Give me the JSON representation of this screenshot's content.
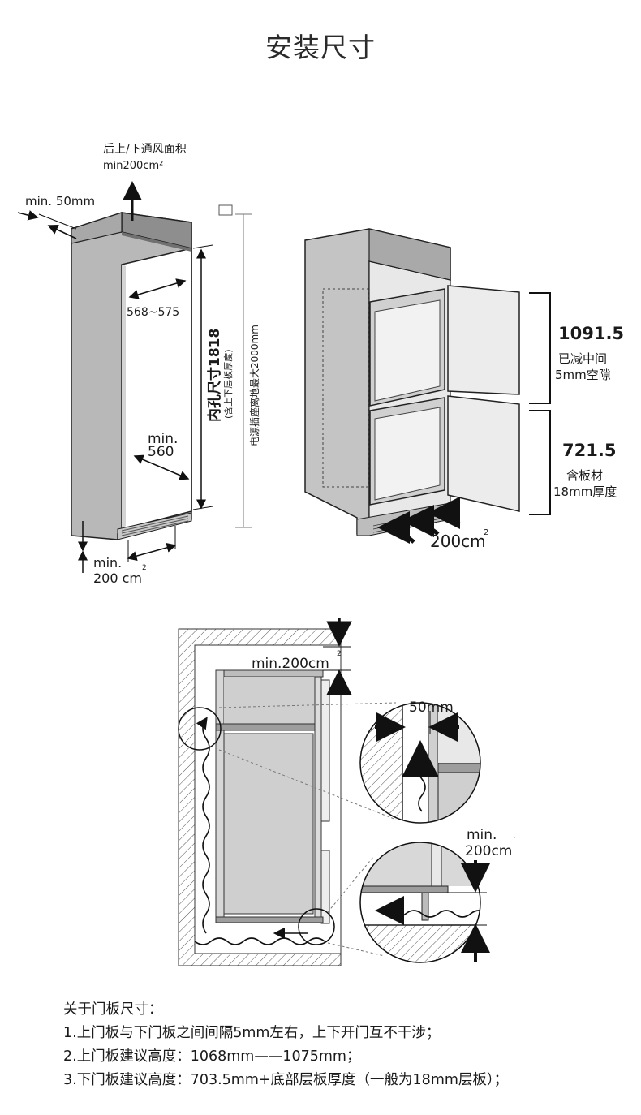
{
  "title": "安装尺寸",
  "fig1": {
    "vent_top_line1": "后上/下通风面积",
    "vent_top_line2": "min200cm²",
    "min50": "min. 50mm",
    "width_range": "568~575",
    "height_main": "内孔尺寸1818",
    "height_sub": "(含上下层板厚度)",
    "socket_note": "电源插座离地最大2000mm",
    "depth_min": "min.",
    "depth_val": "560",
    "bottom_min": "min.",
    "bottom_val": "200 cm",
    "bottom_sup": "2"
  },
  "fig2": {
    "upper_value": "1091.5",
    "upper_note1": "已减中间",
    "upper_note2": "5mm空隙",
    "lower_value": "721.5",
    "lower_note1": "含板材",
    "lower_note2": "18mm厚度",
    "vent_val": "200cm",
    "vent_sup": "2"
  },
  "fig3": {
    "top_vent": "min.200cm",
    "top_vent_sup": "2",
    "gap": "50mm",
    "bottom_min": "min.",
    "bottom_val": "200cm",
    "bottom_sup": "2"
  },
  "notes": {
    "heading": "关于门板尺寸：",
    "line1": "1.上门板与下门板之间间隔5mm左右，上下开门互不干涉；",
    "line2": "2.上门板建议高度：1068mm——1075mm；",
    "line3": "3.下门板建议高度：703.5mm+底部层板厚度（一般为18mm层板）；"
  }
}
